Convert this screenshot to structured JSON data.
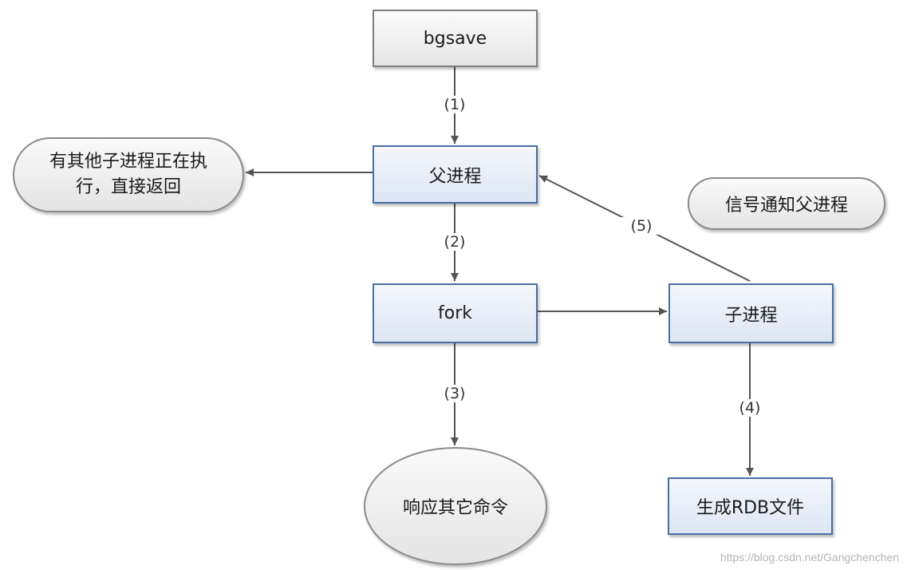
{
  "nodes": {
    "bgsave": "bgsave",
    "parent_process": "父进程",
    "other_child_running": "有其他子进程正在执行，直接返回",
    "signal_notify": "信号通知父进程",
    "fork": "fork",
    "child_process": "子进程",
    "respond_other_commands": "响应其它命令",
    "generate_rdb": "生成RDB文件"
  },
  "steps": {
    "s1": "(1)",
    "s2": "(2)",
    "s3": "(3)",
    "s4": "(4)",
    "s5": "(5)"
  },
  "watermark": "https://blog.csdn.net/Gangchenchen",
  "colors": {
    "edge": "#555555",
    "box_border_blue": "#4a6fa5",
    "box_border_gray": "#7e7e7e"
  }
}
